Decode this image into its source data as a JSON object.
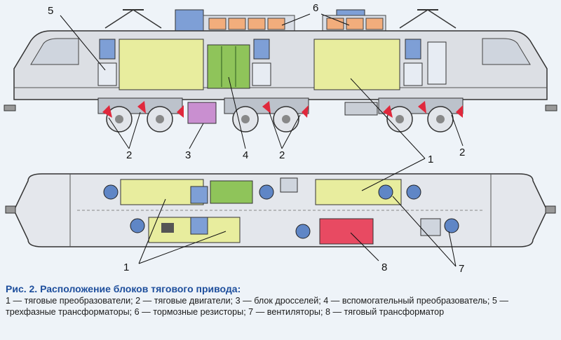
{
  "figure": {
    "callout_labels": {
      "top_5": "5",
      "top_6": "6",
      "top_2_left": "2",
      "top_3": "3",
      "top_4": "4",
      "top_2_mid": "2",
      "top_2_right": "2",
      "top_1": "1",
      "plan_1": "1",
      "plan_8": "8",
      "plan_7": "7"
    }
  },
  "caption": {
    "title": "Рис. 2. Расположение блоков тягового привода:",
    "text": "1 — тяговые преобразователи; 2 — тяговые двигатели; 3 — блок дросселей; 4 — вспомогательный преобразователь; 5 — трехфазные трансформаторы; 6 — тормозные резисторы; 7 — вентиляторы; 8 — тяговый трансформатор"
  },
  "colors": {
    "converter": "#e8ed9e",
    "aux_converter": "#8fc45a",
    "choke": "#c98fd0",
    "brake_resistor": "#f2ad7c",
    "traction_transformer": "#e84a62",
    "fan": "#5f86c6",
    "equipment_blue": "#7e9fd6",
    "motor_red": "#e0283c",
    "caption_title": "#1d4e9c"
  }
}
